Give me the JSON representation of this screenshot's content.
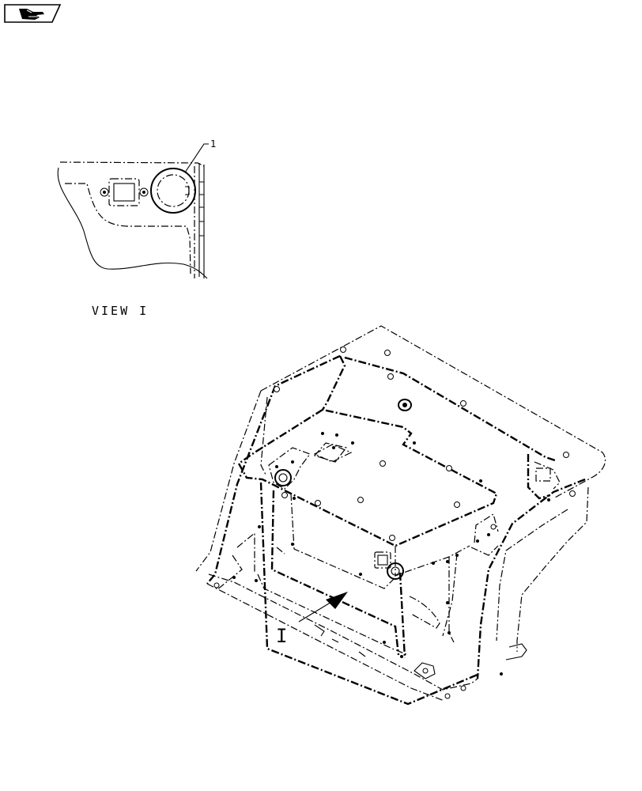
{
  "header": {
    "nav_icon": "hand-pointer-icon"
  },
  "detail_view": {
    "callout_number": "1",
    "caption": "VIEW I"
  },
  "main_view": {
    "view_marker": "I"
  },
  "colors": {
    "line": "#000000",
    "background": "#ffffff"
  }
}
